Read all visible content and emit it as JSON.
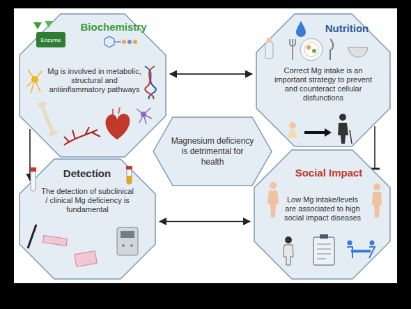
{
  "diagram": {
    "nodes": [
      {
        "text": [
          "Biochemistry",
          "Mg is involved in metabolic, structural and antiinflammatory pathways"
        ]
      },
      {
        "text": [
          "Nutrition",
          "Correct Mg intake is an important strategy to prevent and counteract cellular disfunctions"
        ]
      },
      {
        "text": [
          "Magnesium deficiency is detrimental for health"
        ]
      },
      {
        "text": [
          "Detection",
          "The detection of subclinical / clinical Mg deficiency is fundamental"
        ]
      },
      {
        "text": [
          "Social Impact",
          "Low Mg intake/levels are associated to high social impact diseases"
        ]
      }
    ],
    "edges": [
      {
        "from": 0,
        "to": 1,
        "arrow": "both"
      },
      {
        "from": 0,
        "to": 3,
        "arrow": "to"
      },
      {
        "from": 1,
        "to": 4,
        "arrow": "to"
      },
      {
        "from": 3,
        "to": 4,
        "arrow": "both"
      }
    ],
    "labels": [
      "Enzyme"
    ]
  }
}
